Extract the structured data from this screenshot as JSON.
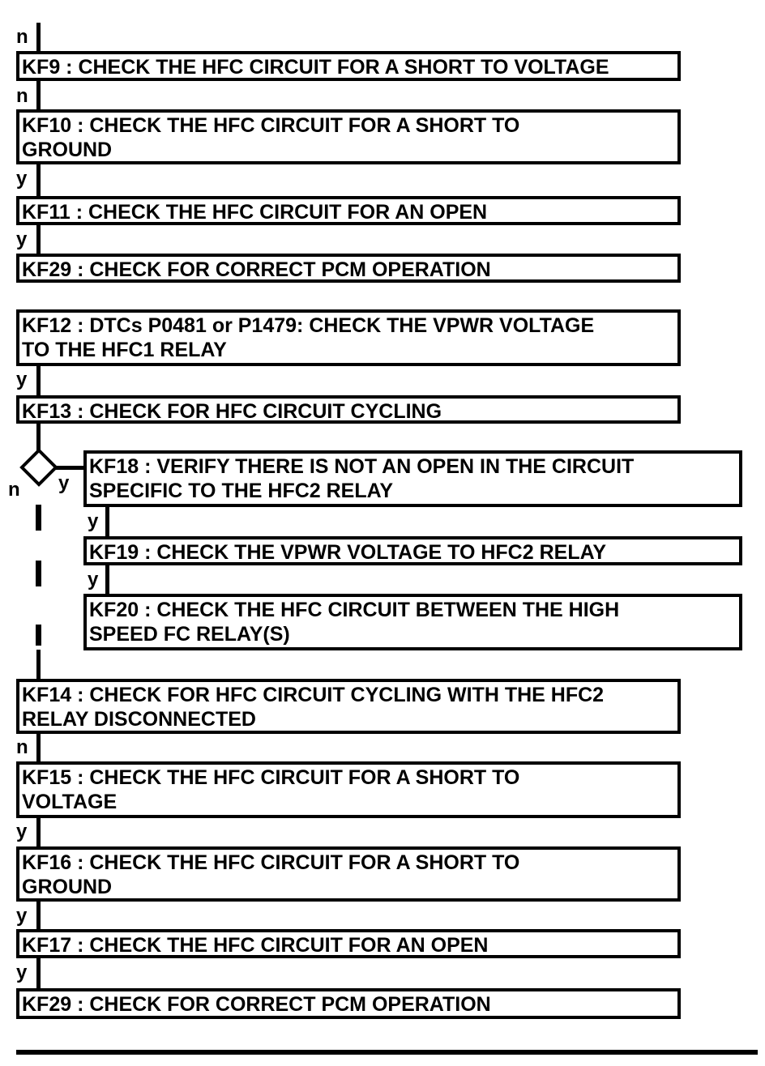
{
  "flowchart": {
    "branch_labels": {
      "yes": "y",
      "no": "n"
    },
    "nodes": {
      "kf9": {
        "label": "KF9 : CHECK THE HFC CIRCUIT FOR A SHORT TO VOLTAGE"
      },
      "kf10": {
        "label": "KF10 : CHECK THE HFC CIRCUIT FOR A SHORT TO\nGROUND"
      },
      "kf11": {
        "label": "KF11 : CHECK THE HFC CIRCUIT FOR AN OPEN"
      },
      "kf29a": {
        "label": "KF29 : CHECK FOR CORRECT PCM OPERATION"
      },
      "kf12": {
        "label": "KF12 : DTCs P0481 or P1479: CHECK THE VPWR VOLTAGE\nTO THE HFC1 RELAY"
      },
      "kf13": {
        "label": "KF13 : CHECK FOR HFC CIRCUIT CYCLING"
      },
      "kf18": {
        "label": "KF18 : VERIFY THERE IS NOT AN OPEN IN THE CIRCUIT\nSPECIFIC TO THE HFC2 RELAY"
      },
      "kf19": {
        "label": "KF19 : CHECK THE VPWR VOLTAGE TO HFC2 RELAY"
      },
      "kf20": {
        "label": "KF20 : CHECK THE HFC CIRCUIT BETWEEN THE HIGH\nSPEED FC RELAY(S)"
      },
      "kf14": {
        "label": "KF14 : CHECK FOR HFC CIRCUIT CYCLING WITH THE HFC2\nRELAY DISCONNECTED"
      },
      "kf15": {
        "label": "KF15 : CHECK THE HFC CIRCUIT FOR A SHORT TO\nVOLTAGE"
      },
      "kf16": {
        "label": "KF16 : CHECK THE HFC CIRCUIT FOR A SHORT TO\nGROUND"
      },
      "kf17": {
        "label": "KF17 : CHECK THE HFC CIRCUIT FOR AN OPEN"
      },
      "kf29b": {
        "label": "KF29 : CHECK FOR CORRECT PCM OPERATION"
      }
    },
    "colors": {
      "line": "#000000",
      "background": "#ffffff"
    }
  }
}
